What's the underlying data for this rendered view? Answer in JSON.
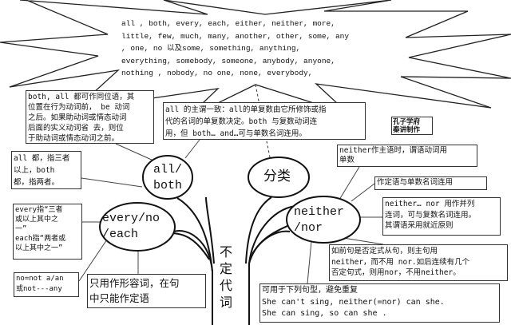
{
  "starburst": {
    "lines": [
      "all , both, every, each, either, neither, more,",
      "little, few, much, many, another, other, some, any",
      ", one, no 以及some, something, anything,",
      "everything, somebody, someone, anybody, anyone,",
      "nothing , nobody, no one, none, everybody,"
    ]
  },
  "nodes": {
    "all_both": [
      "all/",
      "both"
    ],
    "classify": "分类",
    "every_no_each": [
      "every/no",
      "/each"
    ],
    "neither_nor": [
      "neither",
      "/nor"
    ],
    "trunk": [
      "不",
      "定",
      "代",
      "词"
    ]
  },
  "credit": [
    "孔子学府",
    "秦讲制作"
  ],
  "notes": {
    "both_all_position": [
      "both, all 都可作同位语，其",
      "位置在行为动词前， be 动词",
      "之后。如果助动词或情态动词",
      "后面的实义动词省 去，则位",
      "于助动词或情态动词之前。"
    ],
    "all_agreement": [
      "all 的主谓一致：all的单复数由它所修饰或指",
      "代的名词的单复数决定。both 与复数动词连",
      "用，但 both… and…可与单数名词连用。"
    ],
    "all_both_meaning": [
      "all 都，指三者",
      "以上，both",
      "都，指两者。"
    ],
    "every_each_meaning": [
      "every指“三者",
      "或以上其中之",
      "一”",
      "each指“两者或",
      "以上其中之一”"
    ],
    "no_meaning": [
      "no=not a/an",
      "或not---any"
    ],
    "every_adjective": [
      "只用作形容词，在句",
      "中只能作定语"
    ],
    "neither_subject": [
      "neither作主语时，谓语动词用",
      "单数"
    ],
    "neither_attributive": [
      "作定语与单数名词连用"
    ],
    "neither_nor_conj": [
      "neither… nor 用作并列",
      "连词，可与复数名词连用。",
      "其谓语采用就近原则"
    ],
    "neither_vs_nor": [
      "如前句是否定式从句，则主句用",
      "neither，而不用 nor.如后连续有几个",
      "否定句式，则用nor，不用neither。"
    ],
    "sentence_pattern": [
      "可用于下列句型，避免重复",
      "She can't sing, neither(=nor) can she.",
      "She can sing, so can she ."
    ]
  },
  "colors": {
    "line": "#111111",
    "background": "#ffffff"
  }
}
